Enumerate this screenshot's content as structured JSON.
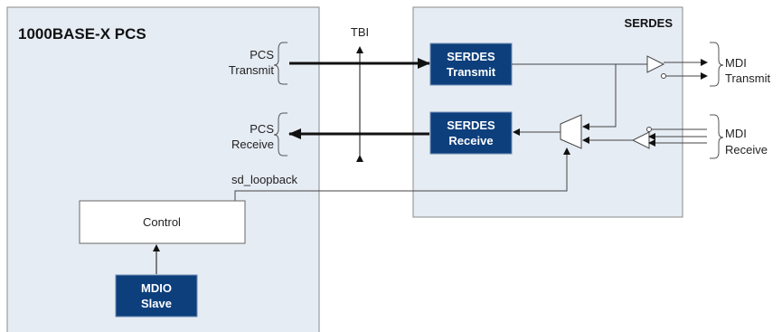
{
  "pcs_block": {
    "title": "1000BASE-X PCS"
  },
  "serdes_block": {
    "title": "SERDES"
  },
  "tbi": {
    "label": "TBI"
  },
  "pcs_transmit": {
    "line1": "PCS",
    "line2": "Transmit"
  },
  "pcs_receive": {
    "line1": "PCS",
    "line2": "Receive"
  },
  "serdes_transmit": {
    "line1": "SERDES",
    "line2": "Transmit"
  },
  "serdes_receive": {
    "line1": "SERDES",
    "line2": "Receive"
  },
  "mdi_transmit": {
    "line1": "MDI",
    "line2": "Transmit"
  },
  "mdi_receive": {
    "line1": "MDI",
    "line2": "Receive"
  },
  "sd_loopback": {
    "label": "sd_loopback"
  },
  "control": {
    "label": "Control"
  },
  "mdio_slave": {
    "line1": "MDIO",
    "line2": "Slave"
  },
  "colors": {
    "block_fill": "#e6ecf4",
    "block_border": "#8a8a8a",
    "blue_box": "#0d3f7c"
  }
}
